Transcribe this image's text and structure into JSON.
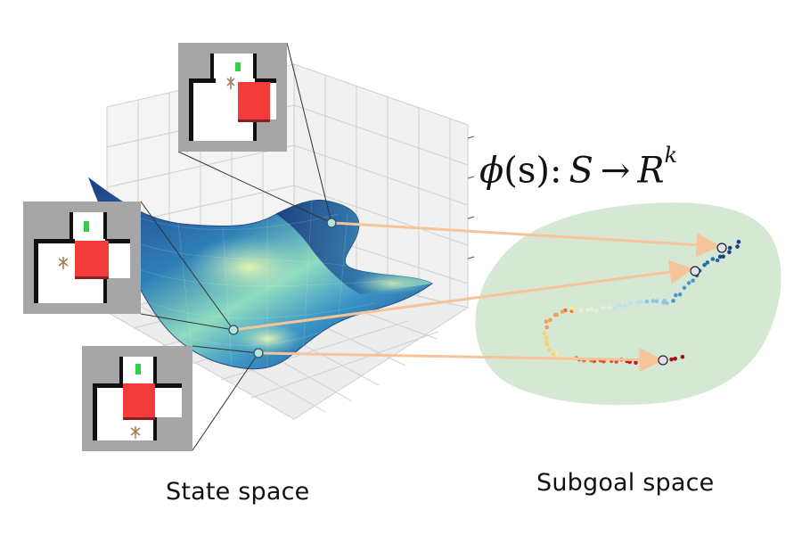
{
  "formula": {
    "phi": "ϕ",
    "args": "(s)",
    "colon": ":",
    "domain": "S",
    "arrow": "→",
    "codomain": "R",
    "exponent": "k"
  },
  "captions": {
    "state_space": "State space",
    "subgoal_space": "Subgoal space"
  },
  "colors": {
    "region": "#d5e8d4",
    "arrow": "#f6c49a",
    "surface_dark": "#1e3a7a",
    "surface_light": "#dff7b4",
    "room_red": "#f23b3b",
    "agent_green": "#2fcf46",
    "frame_grey": "#a6a6a6"
  },
  "subgoal_points": {
    "count_markers": 3
  }
}
